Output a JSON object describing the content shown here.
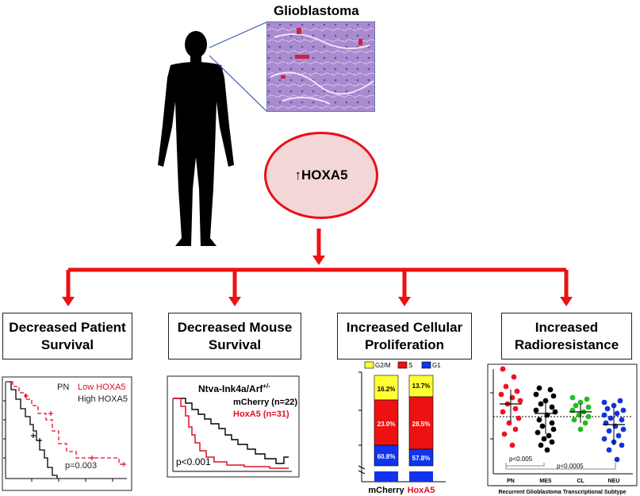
{
  "title": "Glioblastoma",
  "center": {
    "label": "↑HOXA5"
  },
  "boxes": [
    {
      "label": "Decreased Patient\nSurvival"
    },
    {
      "label": "Decreased Mouse\nSurvival"
    },
    {
      "label": "Increased Cellular\nProliferation"
    },
    {
      "label": "Increased\nRadioresistance"
    }
  ],
  "panel1": {
    "group": "PN",
    "low": "Low HOXA5",
    "high": "High HOXA5",
    "p": "p=0.003"
  },
  "panel2": {
    "model": "Ntva-Ink4a/Arf",
    "sup": "+/-",
    "series1": "mCherry (n=22)",
    "series2": "HoxA5 (n=31)",
    "p": "p<0.001"
  },
  "panel3": {
    "legend": [
      "G2/M",
      "S",
      "G1"
    ],
    "colors": [
      "#ffff33",
      "#ee1111",
      "#1133ee"
    ],
    "bars": [
      {
        "name": "mCherry",
        "g2m": "16.2%",
        "s": "23.0%",
        "g1": "60.8%"
      },
      {
        "name": "HoxA5",
        "g2m": "13.7%",
        "s": "28.5%",
        "g1": "57.8%"
      }
    ]
  },
  "panel4": {
    "groups": [
      "PN",
      "MES",
      "CL",
      "NEU"
    ],
    "colors": [
      "#ee1122",
      "#000000",
      "#22bb22",
      "#1133dd"
    ],
    "p1": "p<0.005",
    "p2": "p<0.0005",
    "xlabel": "Recurrent Glioblastoma Transcriptional Subtype"
  }
}
